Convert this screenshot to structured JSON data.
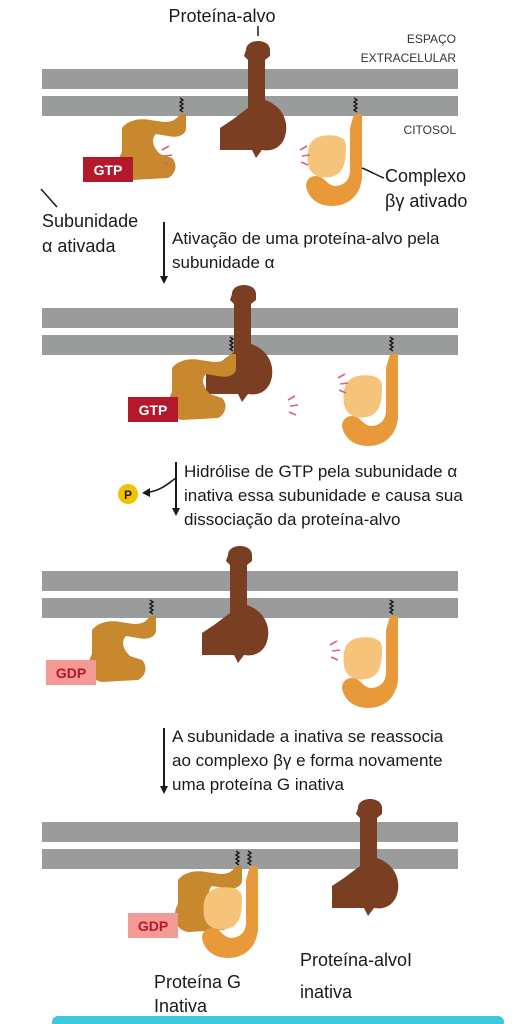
{
  "labels": {
    "target_protein": "Proteína-alvo",
    "extracellular_1": "ESPAÇO",
    "extracellular_2": "EXTRACELULAR",
    "cytosol": "CITOSOL",
    "complex_1": "Complexo",
    "complex_2": "βγ ativado",
    "alpha_active_1": "Subunidade",
    "alpha_active_2": "α ativada",
    "gprotein_1": "Proteína G",
    "gprotein_2": "Inativa",
    "target_inactive_1": "Proteína-alvoI",
    "target_inactive_2": "inativa"
  },
  "badges": {
    "gtp": "GTP",
    "gdp": "GDP",
    "phosphate": "P"
  },
  "steps": [
    {
      "line1": "Ativação de uma proteína-alvo pela",
      "line2": "subunidade α",
      "line3": ""
    },
    {
      "line1": "Hidrólise de GTP pela subunidade α",
      "line2": "inativa essa subunidade e causa sua",
      "line3": "dissociação da proteína-alvo"
    },
    {
      "line1": "A subunidade a inativa se reassocia",
      "line2": "ao complexo  βγ e forma novamente",
      "line3": "uma proteína G inativa"
    }
  ],
  "colors": {
    "membrane": "#9a9c9c",
    "target_protein": "#7a3e22",
    "alpha_subunit": "#c8882e",
    "beta_gamma": "#f3b96a",
    "gtp": "#b3182b",
    "gdp": "#f29a93",
    "phosphate": "#f2c200",
    "sparkle": "#e0607a"
  }
}
